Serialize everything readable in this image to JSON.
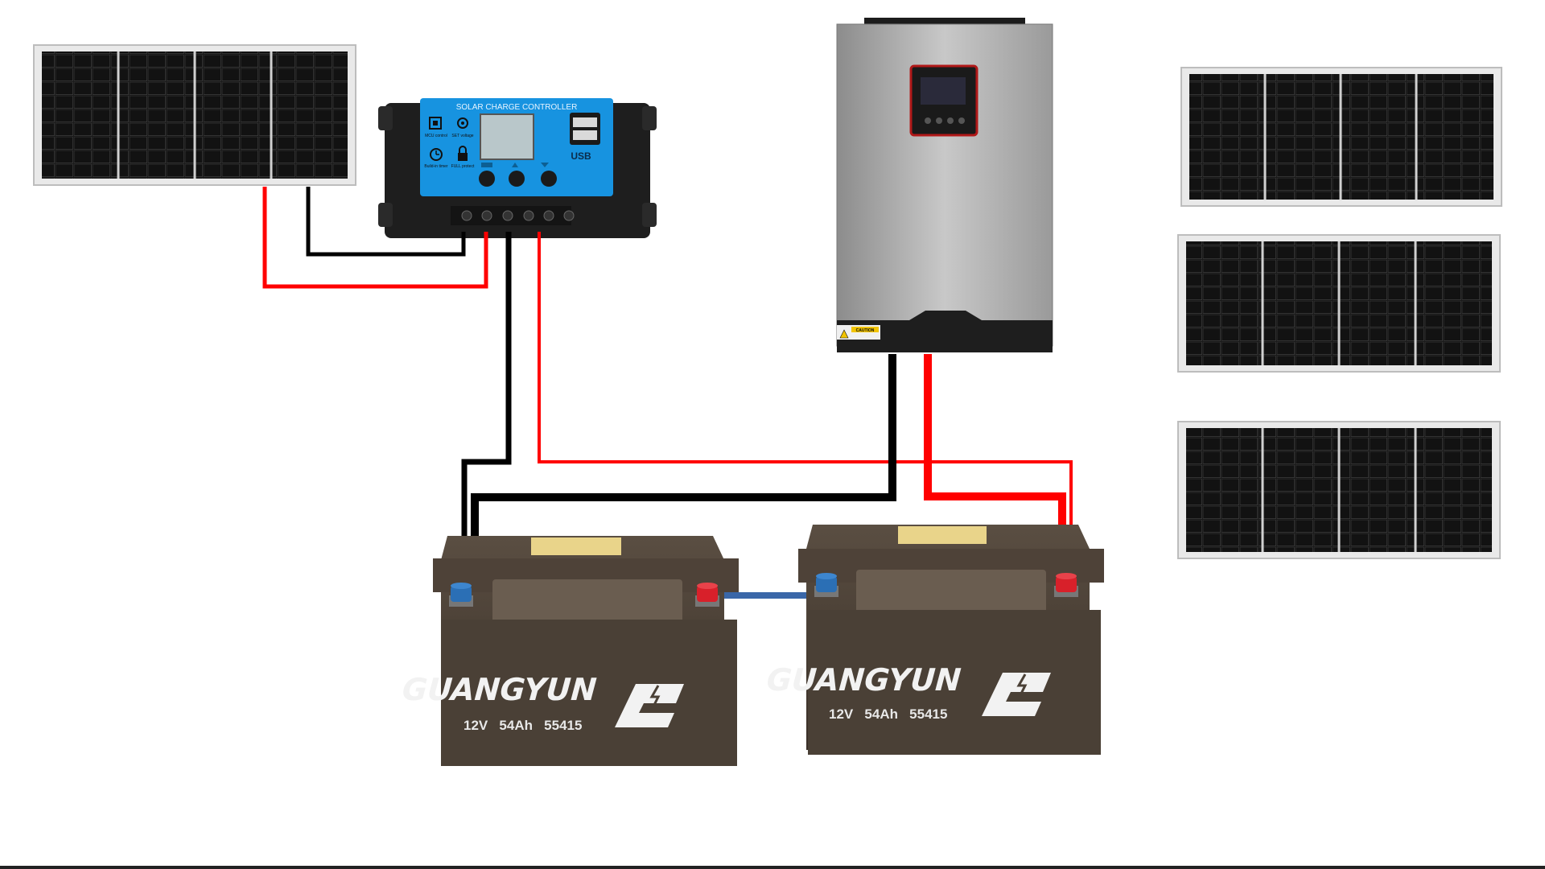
{
  "diagram": {
    "controller": {
      "title": "SOLAR CHARGE CONTROLLER",
      "usb_label": "USB",
      "features": [
        {
          "icon": "chip-icon",
          "label": "MCU control"
        },
        {
          "icon": "gear-icon",
          "label": "SET voltage"
        },
        {
          "icon": "clock-icon",
          "label": "Build-in timer"
        },
        {
          "icon": "lock-icon",
          "label": "FULL protect"
        }
      ]
    },
    "inverter": {
      "caution_label": "CAUTION"
    },
    "batteries": [
      {
        "brand": "GUANGYUN",
        "spec": "12V   54Ah   55415"
      },
      {
        "brand": "GUANGYUN",
        "spec": "12V   54Ah   55415"
      }
    ],
    "wire_colors": {
      "positive": "#ff0000",
      "negative": "#000000",
      "series_link": "#3a67a8"
    },
    "terminal_colors": {
      "positive_cap": "#d8202a",
      "negative_cap": "#2b6fb5"
    }
  }
}
